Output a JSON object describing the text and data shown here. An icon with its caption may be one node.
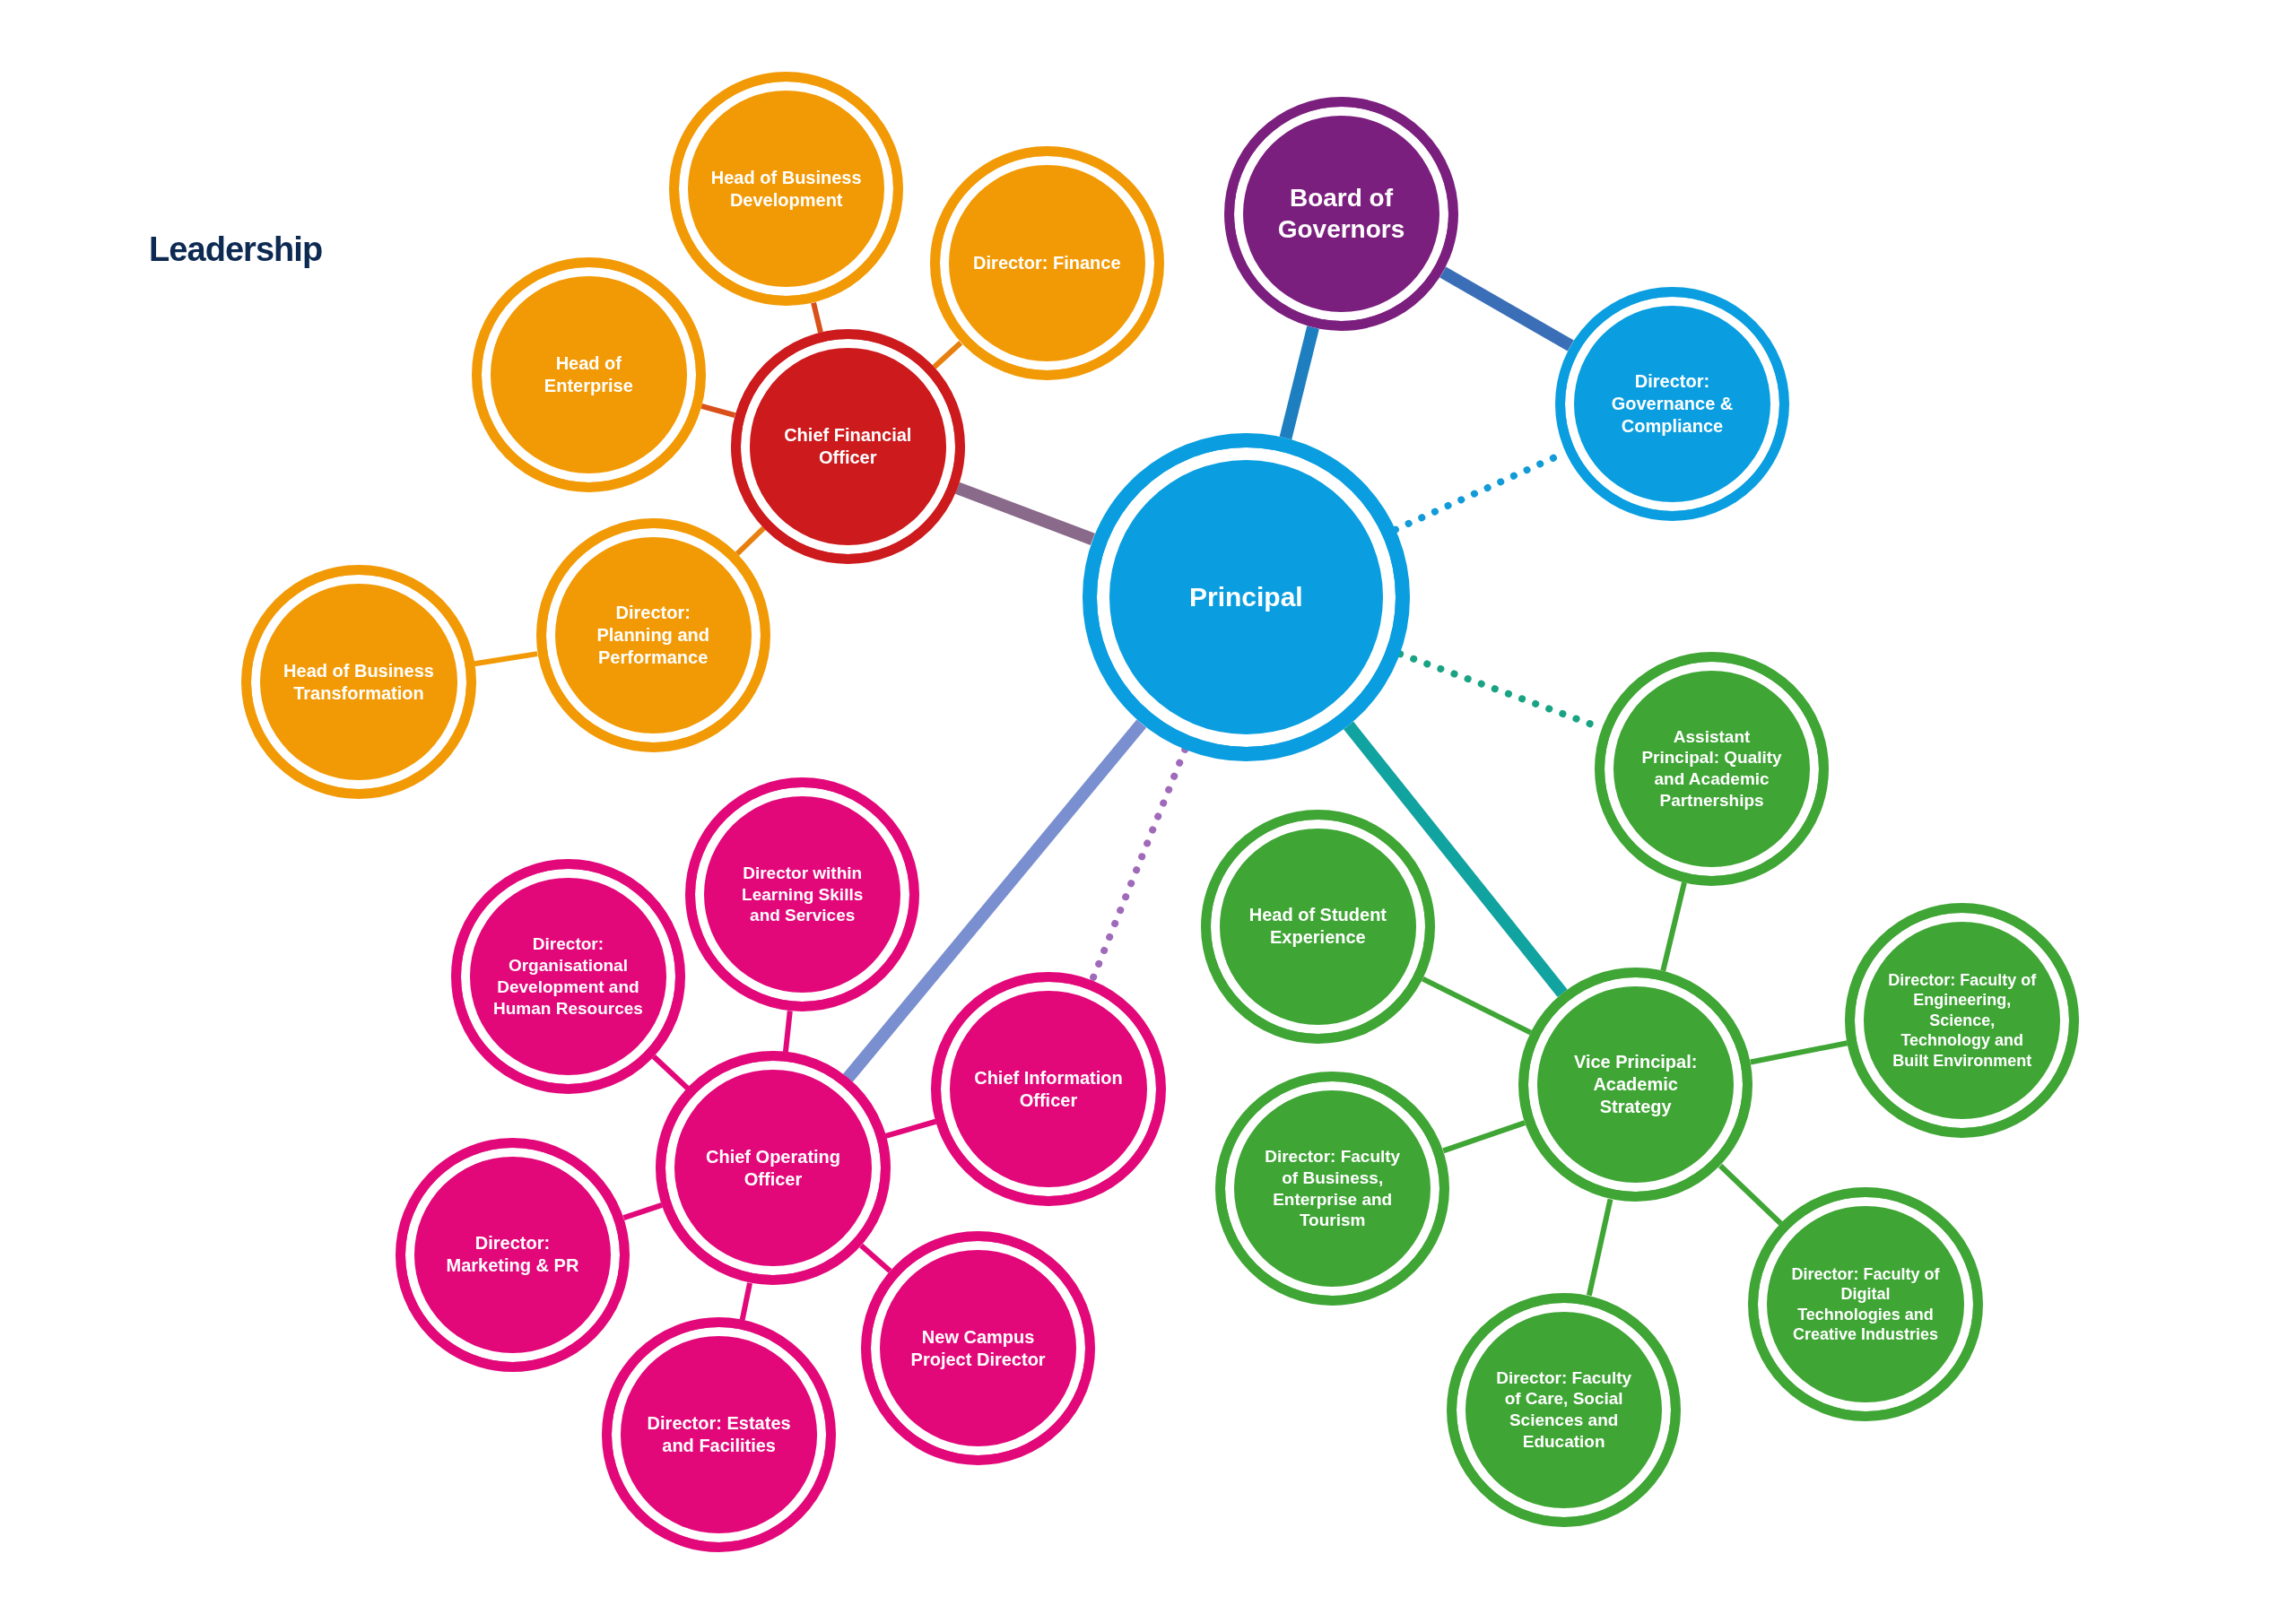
{
  "diagram": {
    "title": "Leadership",
    "nodes": [
      {
        "text": [
          "Board of Governors"
        ]
      },
      {
        "text": [
          "Director: Governance & Compliance"
        ]
      },
      {
        "text": [
          "Principal"
        ]
      },
      {
        "text": [
          "Head of Business Development"
        ]
      },
      {
        "text": [
          "Director: Finance"
        ]
      },
      {
        "text": [
          "Head of Enterprise"
        ]
      },
      {
        "text": [
          "Chief Financial Officer"
        ]
      },
      {
        "text": [
          "Director: Planning and Performance"
        ]
      },
      {
        "text": [
          "Head of Business Transformation"
        ]
      },
      {
        "text": [
          "Director within Learning Skills and Services"
        ]
      },
      {
        "text": [
          "Director: Organisational Development and Human Resources"
        ]
      },
      {
        "text": [
          "Chief Information Officer"
        ]
      },
      {
        "text": [
          "Chief Operating Officer"
        ]
      },
      {
        "text": [
          "Director: Marketing & PR"
        ]
      },
      {
        "text": [
          "New Campus Project Director"
        ]
      },
      {
        "text": [
          "Director: Estates and Facilities"
        ]
      },
      {
        "text": [
          "Assistant Principal: Quality and Academic Partnerships"
        ]
      },
      {
        "text": [
          "Head of Student Experience"
        ]
      },
      {
        "text": [
          "Director: Faculty of Engineering, Science, Technology and Built Environment"
        ]
      },
      {
        "text": [
          "Vice Principal: Academic Strategy"
        ]
      },
      {
        "text": [
          "Director: Faculty of Business, Enterprise and Tourism"
        ]
      },
      {
        "text": [
          "Director: Faculty of Digital Technologies and Creative Industries"
        ]
      },
      {
        "text": [
          "Director: Faculty of Care, Social Sciences and Education"
        ]
      }
    ],
    "edges": [
      {
        "from": 2,
        "to": 0,
        "arrow": "none",
        "style": "thick",
        "color": "#1e7fc0"
      },
      {
        "from": 0,
        "to": 1,
        "arrow": "none",
        "style": "thick",
        "color": "#3a6fb8"
      },
      {
        "from": 2,
        "to": 1,
        "arrow": "none",
        "style": "dashed",
        "color": "#129bd8"
      },
      {
        "from": 2,
        "to": 6,
        "arrow": "none",
        "style": "thick",
        "color": "#8a6a8a"
      },
      {
        "from": 6,
        "to": 3,
        "arrow": "none",
        "color": "#d9501a"
      },
      {
        "from": 6,
        "to": 4,
        "arrow": "none",
        "color": "#e8800f"
      },
      {
        "from": 6,
        "to": 5,
        "arrow": "none",
        "color": "#d9501a"
      },
      {
        "from": 6,
        "to": 7,
        "arrow": "none",
        "color": "#e8800f"
      },
      {
        "from": 7,
        "to": 8,
        "arrow": "none",
        "color": "#f29a06"
      },
      {
        "from": 2,
        "to": 12,
        "arrow": "none",
        "style": "thick",
        "color": "#7a8fd0"
      },
      {
        "from": 2,
        "to": 11,
        "arrow": "none",
        "style": "dashed",
        "color": "#a06aba"
      },
      {
        "from": 12,
        "to": 9,
        "arrow": "none",
        "color": "#e2087a"
      },
      {
        "from": 12,
        "to": 10,
        "arrow": "none",
        "color": "#e2087a"
      },
      {
        "from": 12,
        "to": 11,
        "arrow": "none",
        "color": "#e2087a"
      },
      {
        "from": 12,
        "to": 13,
        "arrow": "none",
        "color": "#e2087a"
      },
      {
        "from": 12,
        "to": 14,
        "arrow": "none",
        "color": "#e2087a"
      },
      {
        "from": 12,
        "to": 15,
        "arrow": "none",
        "color": "#e2087a"
      },
      {
        "from": 2,
        "to": 19,
        "arrow": "none",
        "style": "thick",
        "color": "#10a3a0"
      },
      {
        "from": 2,
        "to": 16,
        "arrow": "none",
        "style": "dashed",
        "color": "#1aa383"
      },
      {
        "from": 19,
        "to": 16,
        "arrow": "none",
        "color": "#3fa535"
      },
      {
        "from": 19,
        "to": 17,
        "arrow": "none",
        "color": "#3fa535"
      },
      {
        "from": 19,
        "to": 18,
        "arrow": "none",
        "color": "#3fa535"
      },
      {
        "from": 19,
        "to": 20,
        "arrow": "none",
        "color": "#3fa535"
      },
      {
        "from": 19,
        "to": 21,
        "arrow": "none",
        "color": "#3fa535"
      },
      {
        "from": 19,
        "to": 22,
        "arrow": "none",
        "color": "#3fa535"
      }
    ]
  }
}
